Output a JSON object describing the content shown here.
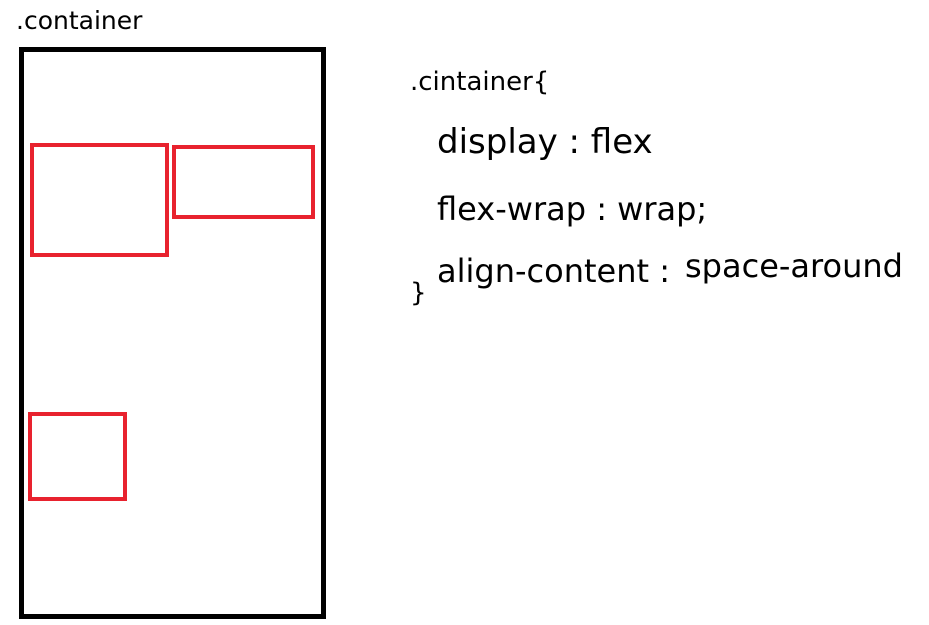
{
  "diagram": {
    "container_label": ".container",
    "items": [
      "",
      "",
      ""
    ],
    "code": {
      "open": ".cintainer{",
      "line_1": "display : flex",
      "line_2": "flex-wrap : wrap;",
      "line_3_property": "align-content :",
      "line_3_value": "space-around",
      "close": "}"
    },
    "colors": {
      "container_border": "#000000",
      "item_border": "#e8222e",
      "background": "#ffffff"
    }
  }
}
